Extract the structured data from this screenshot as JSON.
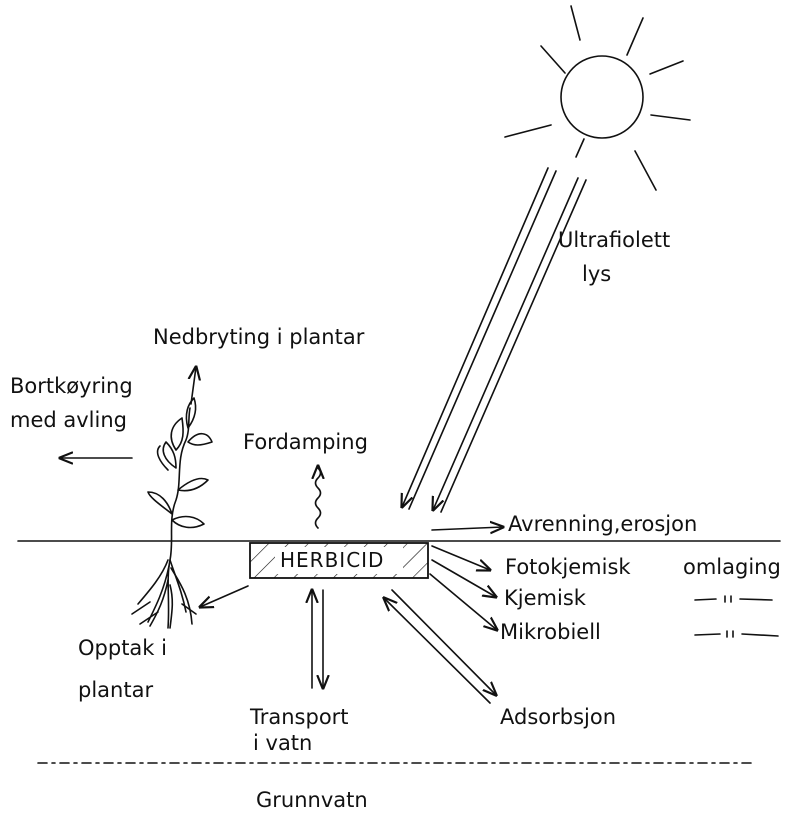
{
  "labels": {
    "sun": [
      "Ultrafiolett",
      "lys"
    ],
    "plant_degradation": "Nedbryting i plantar",
    "removal": [
      "Bortkøyring",
      "med avling"
    ],
    "evaporation": "Fordamping",
    "runoff": "Avrenning,erosjon",
    "herbicide": "HERBICID",
    "photochem": "Fotokjemisk",
    "conversion": "omlaging",
    "chemical": "Kjemisk",
    "microbial": "Mikrobiell",
    "uptake": [
      "Opptak i",
      "plantar"
    ],
    "transport": [
      "Transport",
      "i vatn"
    ],
    "adsorption": "Adsorbsjon",
    "groundwater": "Grunnvatn"
  },
  "colors": {
    "ink": "#111111",
    "background": "#ffffff"
  }
}
